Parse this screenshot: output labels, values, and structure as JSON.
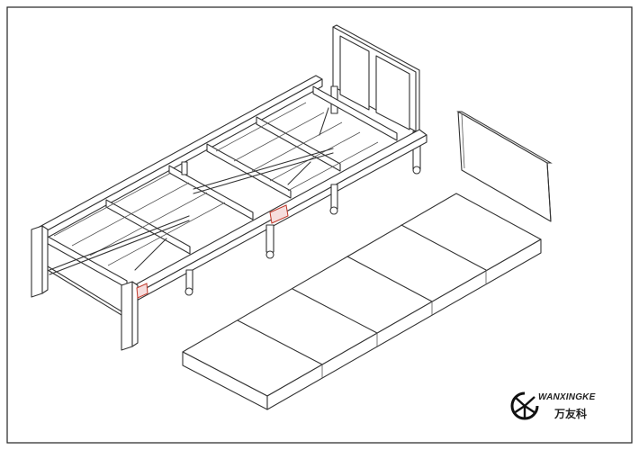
{
  "brand": {
    "name_latin": "WANXINGKE",
    "name_cjk": "万友科",
    "logo_icon": "starburst-circle-logo"
  },
  "components": [
    "bed-frame",
    "headboard",
    "wall-panel",
    "folding-mattress"
  ],
  "mattress_sections": 5,
  "colors": {
    "line": "#333333",
    "highlight": "#c0392b",
    "background": "#ffffff"
  }
}
